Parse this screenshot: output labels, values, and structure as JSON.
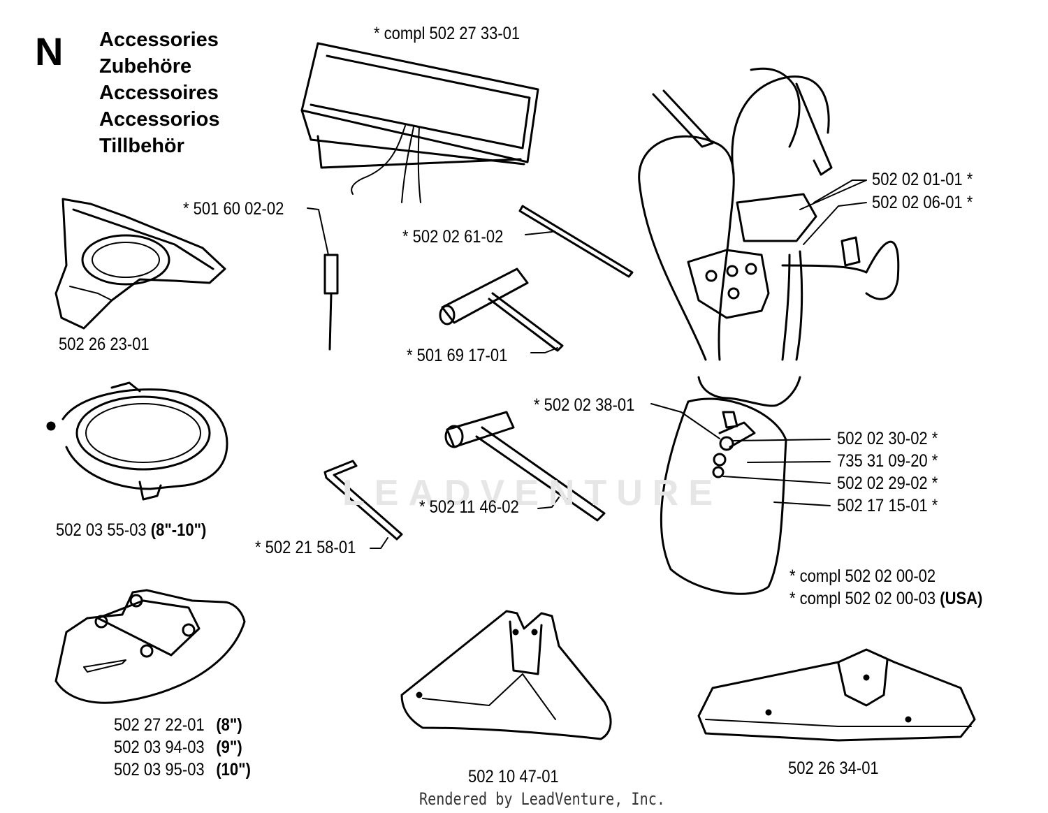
{
  "section": {
    "letter": "N"
  },
  "titles": [
    "Accessories",
    "Zubehöre",
    "Accessoires",
    "Accessorios",
    "Tillbehör"
  ],
  "watermark": "LEADVENTURE",
  "labels": {
    "bag": "*  compl 502 27 33-01",
    "pin": "*  501 60 02-02",
    "rod": "*  502 02 61-02",
    "t_wrench": "*  501 69 17-01",
    "guard_tri": "502 26 23-01",
    "hook": "502 02 01-01  *",
    "hook2": "502 02 06-01  *",
    "bolt": "*  502 02 38-01",
    "b30": "502 02 30-02  *",
    "b735": "735 31 09-20  *",
    "b29": "502 02 29-02  *",
    "b17": "502 17 15-01  *",
    "ring_guard": "502 03 55-03",
    "ring_guard_size": "(8\"-10\")",
    "hex_key": "*  502 21 58-01",
    "combi_wrench": "*  502 11 46-02",
    "harness_compl": "*  compl 502 02 00-02",
    "harness_compl_usa": "*  compl 502 02 00-03",
    "usa": "(USA)",
    "guard_a": "502 27 22-01",
    "guard_a_size": "(8\")",
    "guard_b": "502 03 94-03",
    "guard_b_size": "(9\")",
    "guard_c": "502 03 95-03",
    "guard_c_size": "(10\")",
    "blade_guard": "502 10 47-01",
    "wide_guard": "502 26 34-01"
  },
  "footer": "Rendered by LeadVenture, Inc."
}
